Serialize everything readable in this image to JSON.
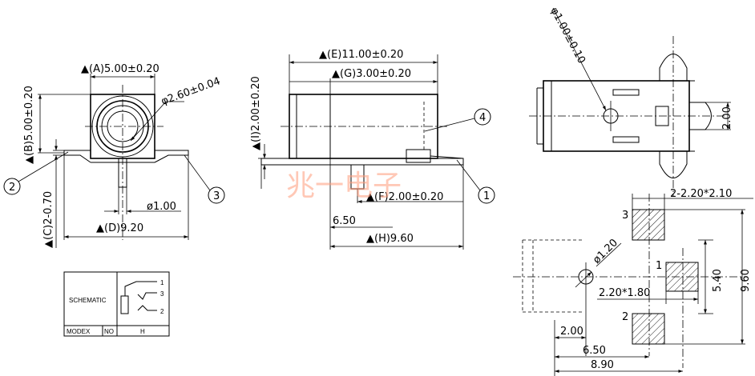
{
  "watermark": "兆一电子",
  "front_view": {
    "dim_a": "▲(A)5.00±0.20",
    "dim_b": "▲(B)5.00±0.20",
    "dim_c": "▲(C)2-0.70",
    "dim_d": "▲(D)9.20",
    "phi_260": "φ2.60±0.04",
    "phi_100": "ø1.00",
    "callout_2": "2",
    "callout_3": "3"
  },
  "side_view": {
    "dim_e": "▲(E)11.00±0.20",
    "dim_g": "▲(G)3.00±0.20",
    "dim_i": "▲(I)2.00±0.20",
    "dim_f": "▲(F)2.00±0.20",
    "dim_650": "6.50",
    "dim_h": "▲(H)9.60",
    "callout_4": "4",
    "callout_1": "1"
  },
  "top_view": {
    "phi_100_010": "φ1.00±0.10",
    "dim_200": "2.00"
  },
  "pcb_layout": {
    "dim_pads": "2-2.20*2.10",
    "phi_120": "ø1.20",
    "pad_1": "1",
    "pad_2": "2",
    "pad_3": "3",
    "dim_540": "5.40",
    "dim_960": "9.60",
    "dim_pad1": "2.20*1.80",
    "dim_200": "2.00",
    "dim_650": "6.50",
    "dim_890": "8.90"
  },
  "schematic_box": {
    "label": "SCHEMATIC",
    "pin_1": "1",
    "pin_3": "3",
    "pin_2": "2",
    "modex": "MODEX",
    "no": "NO",
    "value": "H"
  }
}
